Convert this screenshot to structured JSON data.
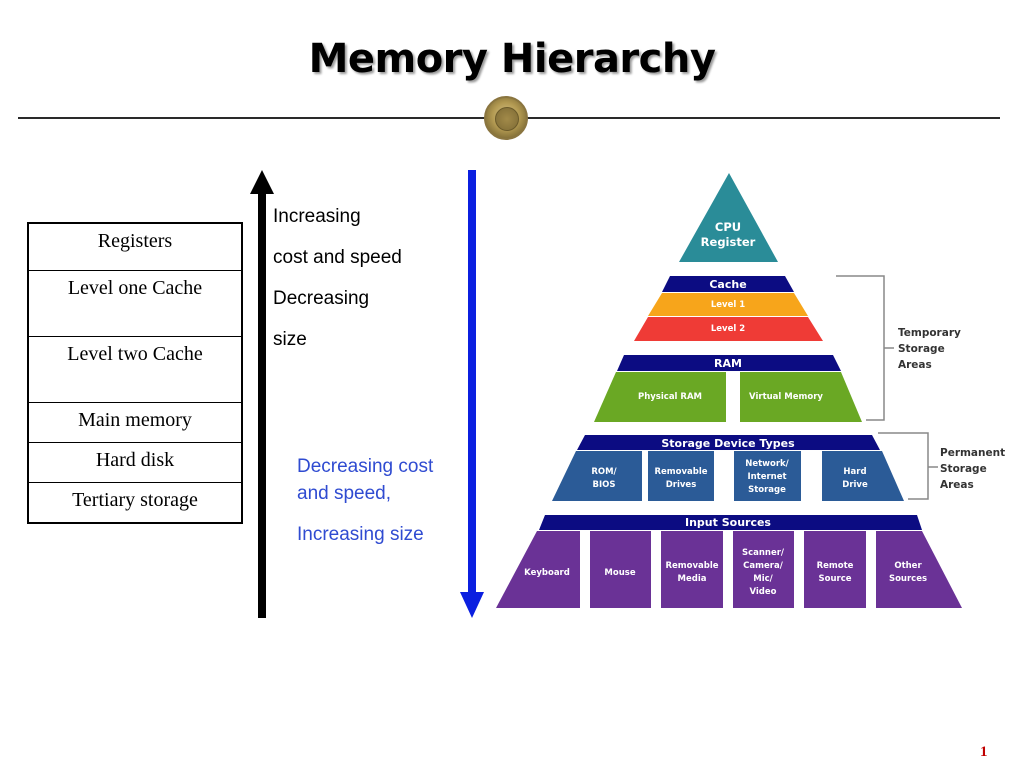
{
  "title": "Memory Hierarchy",
  "table": {
    "rows": [
      "Registers",
      "Level one Cache",
      "Level two Cache",
      "Main memory",
      "Hard disk",
      "Tertiary storage"
    ]
  },
  "up_arrow_labels": [
    "Increasing",
    "cost and speed",
    "Decreasing",
    "size"
  ],
  "down_arrow_labels": [
    "Decreasing cost",
    "and speed,",
    "Increasing size"
  ],
  "pyramid": {
    "apex": [
      "CPU",
      "Register"
    ],
    "cache": {
      "header": "Cache",
      "level1": "Level 1",
      "level2": "Level 2"
    },
    "ram": {
      "header": "RAM",
      "left": "Physical RAM",
      "right": "Virtual Memory"
    },
    "storage": {
      "header": "Storage Device Types",
      "items": [
        [
          "ROM/",
          "BIOS"
        ],
        [
          "Removable",
          "Drives"
        ],
        [
          "Network/",
          "Internet",
          "Storage"
        ],
        [
          "Hard",
          "Drive"
        ]
      ]
    },
    "input": {
      "header": "Input Sources",
      "items": [
        [
          "Keyboard"
        ],
        [
          "Mouse"
        ],
        [
          "Removable",
          "Media"
        ],
        [
          "Scanner/",
          "Camera/",
          "Mic/",
          "Video"
        ],
        [
          "Remote",
          "Source"
        ],
        [
          "Other",
          "Sources"
        ]
      ]
    },
    "temporary_label": [
      "Temporary",
      "Storage",
      "Areas"
    ],
    "permanent_label": [
      "Permanent",
      "Storage",
      "Areas"
    ]
  },
  "colors": {
    "navy": "#0c0c82",
    "teal": "#2a8c98",
    "orange": "#f7a51b",
    "red": "#ef3b36",
    "green": "#6aa824",
    "steel_blue": "#2b5b97",
    "purple": "#6a3296",
    "blue_arrow": "#0b1fe0",
    "blue_text": "#2f4bd1"
  },
  "page_number": "1"
}
